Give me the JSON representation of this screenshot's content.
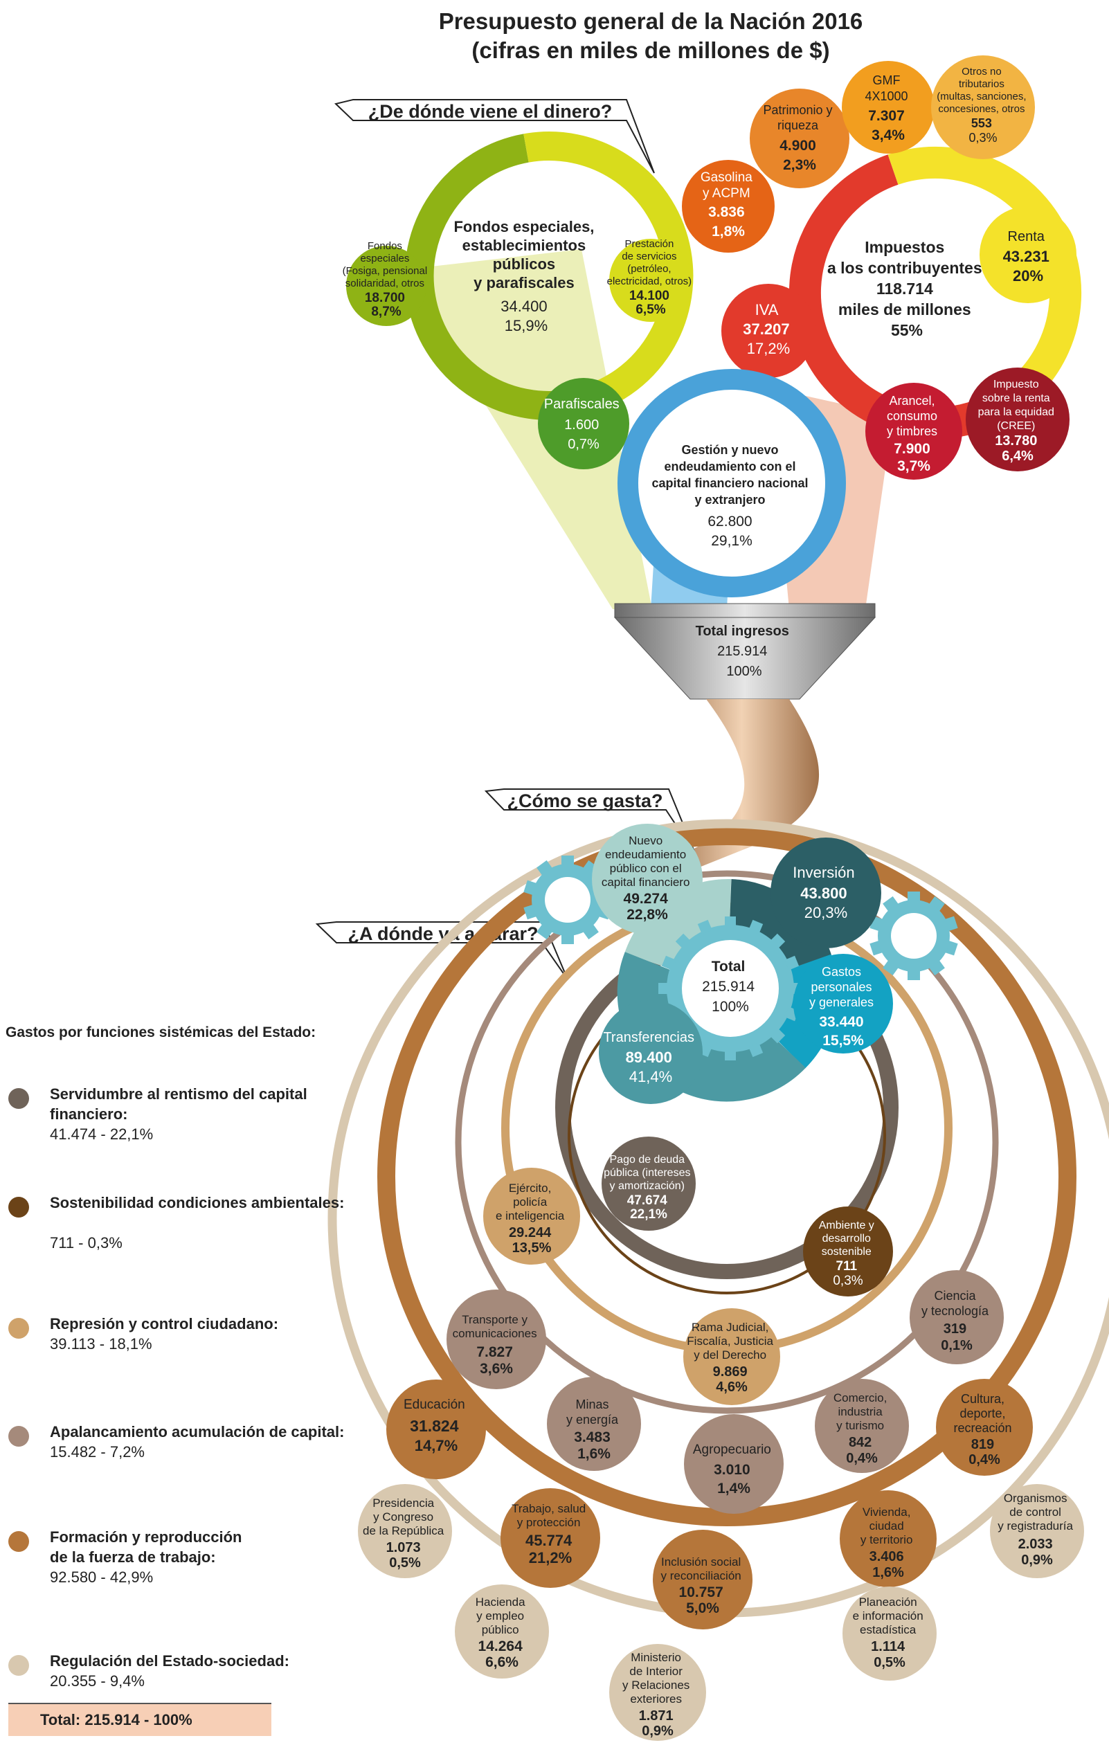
{
  "header": {
    "title_line1": "Presupuesto general de la Nación 2016",
    "title_line2": "(cifras en miles de millones de $)"
  },
  "callouts": {
    "where_from": "¿De dónde viene el dinero?",
    "how_spent": "¿Cómo se gasta?",
    "where_goes": "¿A dónde va a parar?"
  },
  "income": {
    "special_funds": {
      "lines": [
        "Fondos especiales,",
        "establecimientos",
        "públicos",
        "y parafiscales",
        "34.400",
        "15,9%"
      ]
    },
    "special_funds_other": {
      "lines": [
        "Fondos",
        "especiales",
        "(Fosiga, pensional",
        "solidaridad, otros",
        "18.700",
        "8,7%"
      ]
    },
    "services": {
      "lines": [
        "Prestación",
        "de servicios",
        "(petróleo,",
        "electricidad, otros)",
        "14.100",
        "6,5%"
      ]
    },
    "parafiscales": {
      "lines": [
        "Parafiscales",
        "1.600",
        "0,7%"
      ]
    },
    "taxes": {
      "lines": [
        "Impuestos",
        "a los contribuyentes",
        "118.714",
        "miles de millones",
        "55%"
      ]
    },
    "iva": {
      "lines": [
        "IVA",
        "37.207",
        "17,2%"
      ]
    },
    "gasolina": {
      "lines": [
        "Gasolina",
        "y ACPM",
        "3.836",
        "1,8%"
      ]
    },
    "patrimonio": {
      "lines": [
        "Patrimonio y",
        "riqueza",
        "4.900",
        "2,3%"
      ]
    },
    "gmf": {
      "lines": [
        "GMF",
        "4X1000",
        "7.307",
        "3,4%"
      ]
    },
    "otros": {
      "lines": [
        "Otros no",
        "tributarios",
        "(multas, sanciones,",
        "concesiones, otros",
        "553",
        "0,3%"
      ]
    },
    "renta": {
      "lines": [
        "Renta",
        "43.231",
        "20%"
      ]
    },
    "arancel": {
      "lines": [
        "Arancel,",
        "consumo",
        "y timbres",
        "7.900",
        "3,7%"
      ]
    },
    "cree": {
      "lines": [
        "Impuesto",
        "sobre la renta",
        "para la equidad",
        "(CREE)",
        "13.780",
        "6,4%"
      ]
    },
    "debt": {
      "lines": [
        "Gestión y nuevo",
        "endeudamiento con el",
        "capital financiero nacional",
        "y extranjero",
        "62.800",
        "29,1%"
      ]
    },
    "total": {
      "lines": [
        "Total ingresos",
        "215.914",
        "100%"
      ]
    }
  },
  "spending": {
    "total": {
      "lines": [
        "Total",
        "215.914",
        "100%"
      ]
    },
    "nuevo_endeudamiento": {
      "lines": [
        "Nuevo",
        "endeudamiento",
        "público con el",
        "capital financiero",
        "49.274",
        "22,8%"
      ]
    },
    "inversion": {
      "lines": [
        "Inversión",
        "43.800",
        "20,3%"
      ]
    },
    "gastos_personales": {
      "lines": [
        "Gastos",
        "personales",
        "y generales",
        "33.440",
        "15,5%"
      ]
    },
    "transferencias": {
      "lines": [
        "Transferencias",
        "89.400",
        "41,4%"
      ]
    }
  },
  "destinations": {
    "pago_deuda": {
      "lines": [
        "Pago de deuda",
        "pública (intereses",
        "y amortización)",
        "47.674",
        "22,1%"
      ]
    },
    "ambiente": {
      "lines": [
        "Ambiente y",
        "desarrollo",
        "sostenible",
        "711",
        "0,3%"
      ]
    },
    "ejercito": {
      "lines": [
        "Ejército,",
        "policía",
        "e inteligencia",
        "29.244",
        "13,5%"
      ]
    },
    "rama_judicial": {
      "lines": [
        "Rama Judicial,",
        "Fiscalía, Justicia",
        "y del Derecho",
        "9.869",
        "4,6%"
      ]
    },
    "transporte": {
      "lines": [
        "Transporte y",
        "comunicaciones",
        "7.827",
        "3,6%"
      ]
    },
    "ciencia": {
      "lines": [
        "Ciencia",
        "y tecnología",
        "319",
        "0,1%"
      ]
    },
    "minas": {
      "lines": [
        "Minas",
        "y energía",
        "3.483",
        "1,6%"
      ]
    },
    "comercio": {
      "lines": [
        "Comercio,",
        "industria",
        "y turismo",
        "842",
        "0,4%"
      ]
    },
    "agropecuario": {
      "lines": [
        "Agropecuario",
        "3.010",
        "1,4%"
      ]
    },
    "educacion": {
      "lines": [
        "Educación",
        "31.824",
        "14,7%"
      ]
    },
    "cultura": {
      "lines": [
        "Cultura,",
        "deporte,",
        "recreación",
        "819",
        "0,4%"
      ]
    },
    "trabajo": {
      "lines": [
        "Trabajo, salud",
        "y protección",
        "45.774",
        "21,2%"
      ]
    },
    "inclusion": {
      "lines": [
        "Inclusión social",
        "y reconciliación",
        "10.757",
        "5,0%"
      ]
    },
    "vivienda": {
      "lines": [
        "Vivienda,",
        "ciudad",
        "y territorio",
        "3.406",
        "1,6%"
      ]
    },
    "presidencia": {
      "lines": [
        "Presidencia",
        "y Congreso",
        "de la República",
        "1.073",
        "0,5%"
      ]
    },
    "organismos": {
      "lines": [
        "Organismos",
        "de control",
        "y registraduría",
        "2.033",
        "0,9%"
      ]
    },
    "hacienda": {
      "lines": [
        "Hacienda",
        "y empleo",
        "público",
        "14.264",
        "6,6%"
      ]
    },
    "ministerio_interior": {
      "lines": [
        "Ministerio",
        "de Interior",
        "y Relaciones",
        "exteriores",
        "1.871",
        "0,9%"
      ]
    },
    "planeacion": {
      "lines": [
        "Planeación",
        "e información",
        "estadística",
        "1.114",
        "0,5%"
      ]
    }
  },
  "legend": {
    "title": "Gastos por funciones sistémicas del Estado:",
    "items": [
      {
        "name": "Servidumbre al rentismo del capital financiero:",
        "value": "41.474 - 22,1%",
        "color": "#6f6359"
      },
      {
        "name": "Sostenibilidad condiciones ambientales:",
        "value": "711 - 0,3%",
        "color": "#6b4318"
      },
      {
        "name": "Represión y control ciudadano:",
        "value": "39.113 - 18,1%",
        "color": "#cfa26a"
      },
      {
        "name": "Apalancamiento acumulación de capital:",
        "value": "15.482 - 7,2%",
        "color": "#a58a7b"
      },
      {
        "name": "Formación y reproducción de la fuerza de trabajo:",
        "value": "92.580 - 42,9%",
        "color": "#b5763a"
      },
      {
        "name": "Regulación del Estado-sociedad:",
        "value": "20.355 - 9,4%",
        "color": "#d8c8af"
      }
    ],
    "total": "Total: 215.914 - 100%"
  },
  "colors": {
    "green_dark": "#8fb315",
    "yellow_green": "#d8dc1c",
    "parafiscal_green": "#4e9c2a",
    "tax_red": "#e23a2c",
    "tax_yellow": "#f4e22a",
    "orange": "#e8862a",
    "orange_dark": "#e56416",
    "light_orange": "#f2b443",
    "maroon": "#9c1a26",
    "blue": "#4aa2d9",
    "teal_dark": "#2c5f66",
    "teal": "#4c9aa3",
    "teal_light": "#a8d2cc",
    "cyan": "#13a2c3",
    "gear": "#6dc0cf"
  }
}
